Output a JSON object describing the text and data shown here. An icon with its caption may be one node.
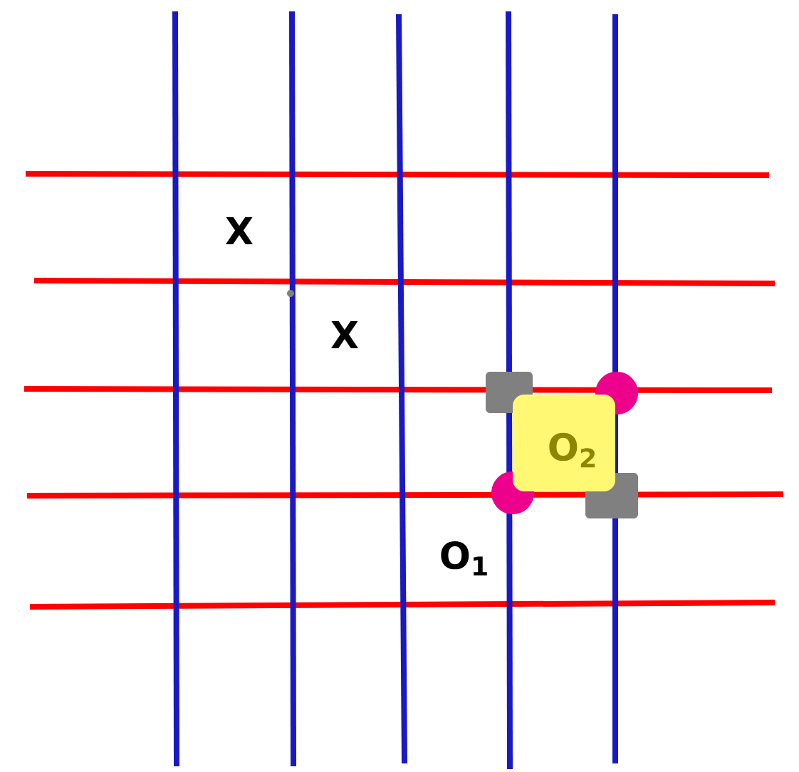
{
  "diagram": {
    "labels": [
      "X",
      "X",
      "O$_{2}$",
      "O$_{1}$"
    ]
  }
}
